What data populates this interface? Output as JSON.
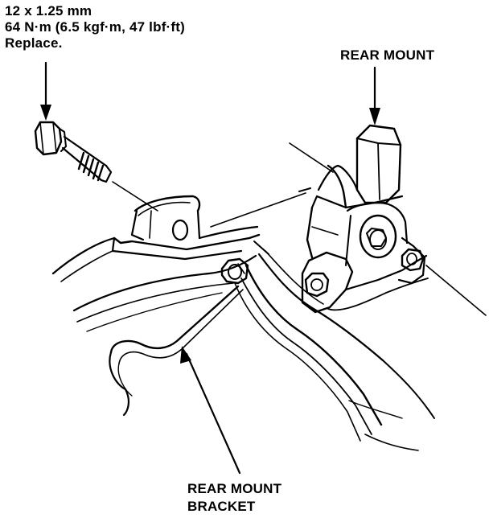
{
  "bolt_spec": {
    "size": "12 x 1.25 mm",
    "torque": "64 N·m (6.5 kgf·m, 47 lbf·ft)",
    "note": "Replace."
  },
  "callouts": {
    "rear_mount": "REAR MOUNT",
    "rear_mount_bracket_line1": "REAR MOUNT",
    "rear_mount_bracket_line2": "BRACKET"
  },
  "colors": {
    "ink": "#000000",
    "paper": "#ffffff"
  }
}
